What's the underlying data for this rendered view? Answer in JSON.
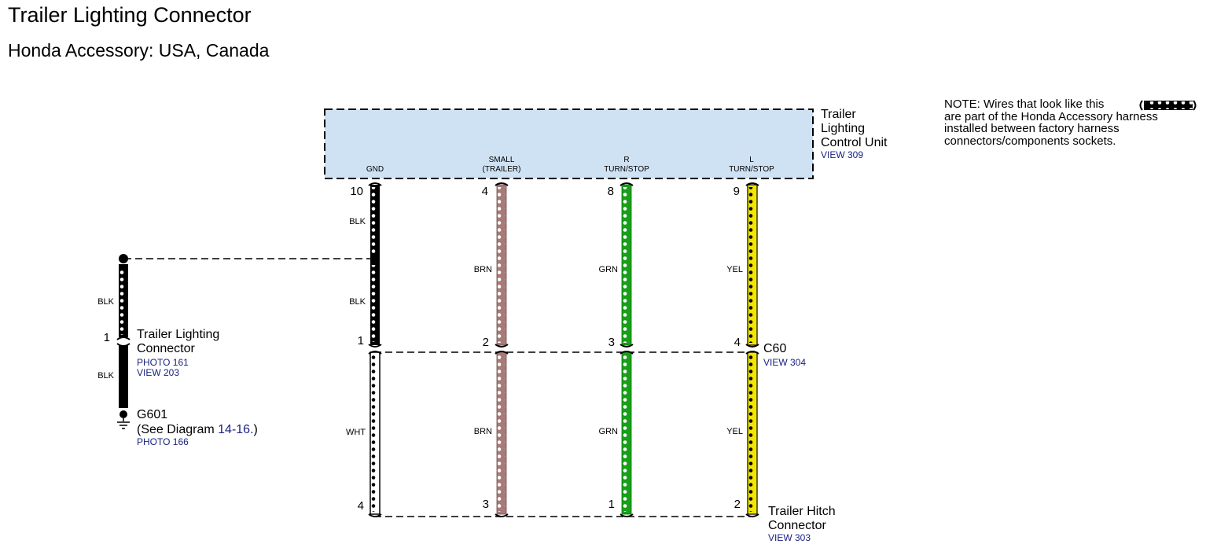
{
  "header": {
    "title": "Trailer Lighting Connector",
    "subtitle": "Honda Accessory: USA, Canada"
  },
  "note": {
    "line1": "NOTE: Wires that look like this",
    "line2": "are part of the Honda Accessory harness",
    "line3": "installed between factory harness",
    "line4": "connectors/components sockets."
  },
  "control_unit": {
    "name_line1": "Trailer",
    "name_line2": "Lighting",
    "name_line3": "Control Unit",
    "view": "VIEW 309",
    "fill_color": "#cfe2f3",
    "terminals": {
      "gnd": "GND",
      "small_1": "SMALL",
      "small_2": "(TRAILER)",
      "r_1": "R",
      "r_2": "TURN/STOP",
      "l_1": "L",
      "l_2": "TURN/STOP"
    }
  },
  "c60": {
    "name": "C60",
    "view": "VIEW 304"
  },
  "hitch_connector": {
    "name_line1": "Trailer Hitch",
    "name_line2": "Connector",
    "view": "VIEW 303"
  },
  "lighting_connector": {
    "name_line1": "Trailer Lighting",
    "name_line2": "Connector",
    "photo": "PHOTO 161",
    "view": "VIEW 203",
    "pin": "1"
  },
  "ground": {
    "name": "G601",
    "see_prefix": "(See Diagram ",
    "diagram_ref": "14-16.",
    "see_suffix": ")",
    "photo": "PHOTO 166"
  },
  "wires": {
    "gnd": {
      "pin_top": "10",
      "upper_color": "BLK",
      "splice_color": "BLK",
      "pin_c60": "1",
      "lower_color": "WHT",
      "pin_hitch": "4"
    },
    "small": {
      "pin_top": "4",
      "upper_color": "BRN",
      "pin_c60": "2",
      "lower_color": "BRN",
      "pin_hitch": "3"
    },
    "right": {
      "pin_top": "8",
      "upper_color": "GRN",
      "pin_c60": "3",
      "lower_color": "GRN",
      "pin_hitch": "1"
    },
    "left": {
      "pin_top": "9",
      "upper_color": "YEL",
      "pin_c60": "4",
      "lower_color": "YEL",
      "pin_hitch": "2"
    },
    "ground_branch": {
      "upper_color": "BLK",
      "lower_color": "BLK"
    }
  },
  "colors": {
    "blk": "#000000",
    "brn": "#a87a78",
    "grn": "#19a019",
    "yel": "#f2e600",
    "wht": "#ffffff",
    "link_blue": "#1a237e"
  }
}
